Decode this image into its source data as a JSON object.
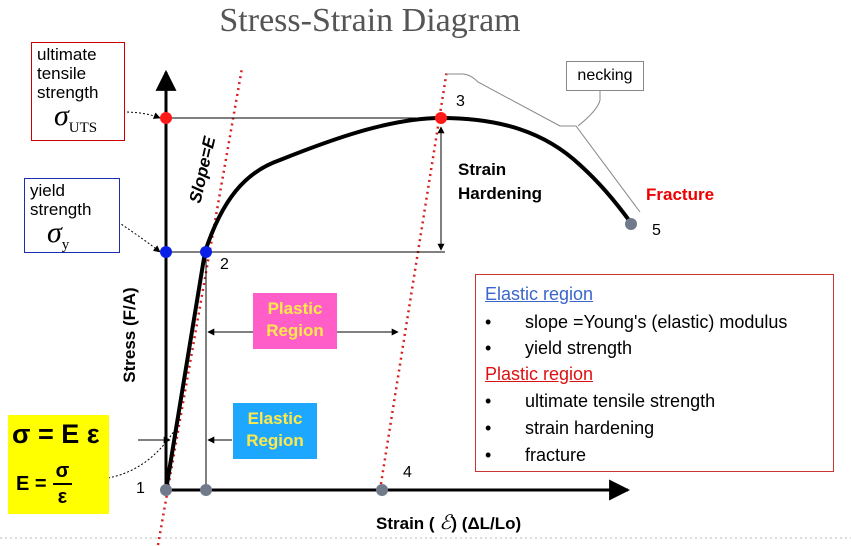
{
  "title": "Stress-Strain Diagram",
  "uts_callout": {
    "label": "ultimate tensile strength",
    "symbol": "σ",
    "subscript": "UTS"
  },
  "yield_callout": {
    "label": "yield strength",
    "symbol": "σ",
    "subscript": "y"
  },
  "necking_label": "necking",
  "slope_label": "Slope=E",
  "plastic_region_tag": "Plastic Region",
  "elastic_region_tag": "Elastic Region",
  "strain_hardening_label": "Strain Hardening",
  "fracture_label": "Fracture",
  "point_labels": {
    "p1": "1",
    "p2": "2",
    "p3": "3",
    "p4": "4",
    "p5": "5"
  },
  "y_axis_label": "Stress (F/A)",
  "x_axis_label": {
    "prefix": "Strain (",
    "symbol": "ℰ",
    "suffix": ") (ΔL/Lo)"
  },
  "formula": {
    "hooke": "σ = E ε",
    "e_prefix": "E =",
    "e_num": "σ",
    "e_den": "ε"
  },
  "legend": {
    "elastic_header": "Elastic region",
    "elastic_items": [
      "slope =Young's (elastic) modulus",
      "yield strength"
    ],
    "plastic_header": "Plastic region",
    "plastic_items": [
      "ultimate tensile strength",
      "strain hardening",
      "fracture"
    ],
    "bullet": "•"
  },
  "colors": {
    "red_point": "#ff1a1a",
    "blue_point": "#0a1ee6",
    "gray_point": "#707a8a",
    "slope_line": "#d62020"
  }
}
